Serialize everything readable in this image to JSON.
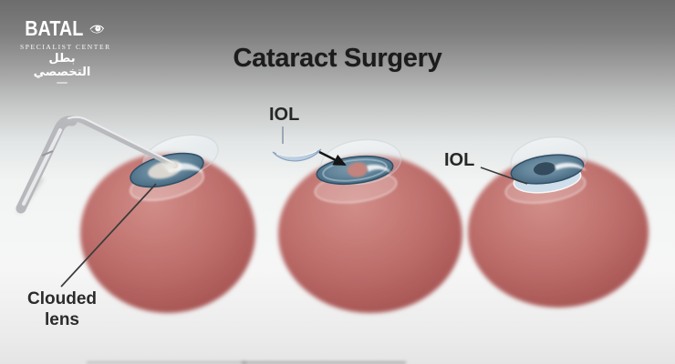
{
  "brand": {
    "name": "BATAL",
    "subtitle": "SPECIALIST CENTER",
    "tagline_ar": "بطل التخصصي",
    "logo_icon": "eye-icon",
    "text_color": "#ffffff"
  },
  "title": "Cataract Surgery",
  "diagram": {
    "steps": [
      {
        "name": "clouded-lens-removal",
        "label": "Clouded lens",
        "label_lines": [
          "Clouded",
          "lens"
        ]
      },
      {
        "name": "iol-insertion",
        "label": "IOL"
      },
      {
        "name": "iol-implanted",
        "label": "IOL"
      }
    ],
    "colors": {
      "eyeball": "#bb6c69",
      "eyeball_edge": "#9f4f4e",
      "iris": "#64869c",
      "iris_rim": "#2e5068",
      "cornea": "#eaf3f9",
      "clouded_lens": "#d9d7d0",
      "empty_capsule_pink": "#c5837d",
      "iol_lens": "#bccfe2",
      "pupil": "#334b5c",
      "probe": "#b8b9bc",
      "label_text": "#272727"
    }
  },
  "background": {
    "top": "#6d6d6d",
    "middle": "#f6f6f6",
    "bottom": "#e5e5e5"
  }
}
